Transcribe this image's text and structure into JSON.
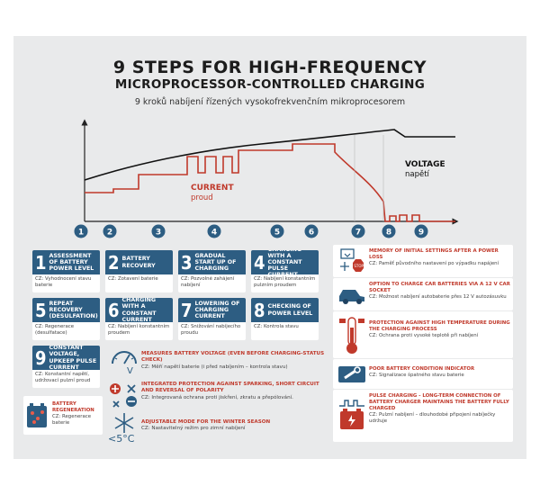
{
  "title": "9 STEPS FOR HIGH-FREQUENCY",
  "subtitle": "MICROPROCESSOR-CONTROLLED CHARGING",
  "subtitle_cz": "9 kroků nabíjení řízených vysokofrekvenčním mikroprocesorem",
  "chart": {
    "voltage_label": "VOLTAGE",
    "voltage_label_cz": "napětí",
    "current_label": "CURRENT",
    "current_label_cz": "proud",
    "step_markers": [
      "1",
      "2",
      "3",
      "4",
      "5",
      "6",
      "7",
      "8",
      "9"
    ],
    "voltage_color": "#111111",
    "current_color": "#c0392b",
    "marker_color": "#2d5d82"
  },
  "steps": [
    {
      "num": "1",
      "label": "ASSESSMENT OF BATTERY POWER LEVEL",
      "cz": "CZ: Vyhodnocení stavu baterie"
    },
    {
      "num": "2",
      "label": "BATTERY RECOVERY",
      "cz": "CZ: Zotavení baterie"
    },
    {
      "num": "3",
      "label": "GRADUAL START UP OF CHARGING",
      "cz": "CZ: Pozvolné zahájení nabíjení"
    },
    {
      "num": "4",
      "label": "CHARGING WITH A CONSTANT PULSE CURRENT",
      "cz": "CZ: Nabíjení konstantním pulzním proudem"
    },
    {
      "num": "5",
      "label": "REPEAT RECOVERY (DESULFATION)",
      "cz": "CZ: Regenerace (desulfatace)"
    },
    {
      "num": "6",
      "label": "CHARGING WITH A CONSTANT CURRENT",
      "cz": "CZ: Nabíjení konstantním proudem"
    },
    {
      "num": "7",
      "label": "LOWERING OF CHARGING CURRENT",
      "cz": "CZ: Snižování nabíjecího proudu"
    },
    {
      "num": "8",
      "label": "CHECKING OF POWER LEVEL",
      "cz": "CZ: Kontrola stavu"
    },
    {
      "num": "9",
      "label": "CONSTANT VOLTAGE, UPKEEP PULSE CURRENT",
      "cz": "CZ: Konstantní napětí, udržovací pulzní proud"
    }
  ],
  "regeneration": {
    "title": "BATTERY REGENERATION",
    "cz": "CZ: Regenerace baterie"
  },
  "features_left": [
    {
      "title": "MEASURES BATTERY VOLTAGE (EVEN BEFORE CHARGING-STATUS CHECK)",
      "cz": "CZ: Měří napětí baterie (i před nabíjením – kontrola stavu)",
      "icon": "voltmeter-icon"
    },
    {
      "title": "INTEGRATED PROTECTION AGAINST SPARKING, SHORT CIRCUIT AND REVERSAL OF POLARITY",
      "cz": "CZ: Integrovaná ochrana proti jiskření, zkratu a přepólování.",
      "icon": "polarity-icon"
    },
    {
      "title": "ADJUSTABLE MODE FOR THE WINTER SEASON",
      "cz": "CZ: Nastavitelný režim pro zimní nabíjení",
      "icon": "snowflake-icon",
      "badge": "<5°C"
    }
  ],
  "features_right": [
    {
      "title": "MEMORY OF INITIAL SETTINGS AFTER A POWER LOSS",
      "cz": "CZ: Paměť původního nastavení po výpadku napájení",
      "icon": "memory-icon",
      "stop": "STOP"
    },
    {
      "title": "OPTION TO CHARGE CAR BATTERIES VIA A 12 V CAR SOCKET",
      "cz": "CZ: Možnost nabíjení autobaterie přes 12 V autozásuvku",
      "icon": "car-icon"
    },
    {
      "title": "PROTECTION AGAINST HIGH TEMPERATURE DURING THE CHARGING PROCESS",
      "cz": "CZ: Ochrana proti vysoké teplotě při nabíjení",
      "icon": "thermometer-icon"
    },
    {
      "title": "POOR BATTERY CONDITION INDICATOR",
      "cz": "CZ: Signalizace špatného stavu baterie",
      "icon": "wrench-battery-icon"
    },
    {
      "title": "PULSE CHARGING - LONG-TERM CONNECTION OF BATTERY CHARGER MAINTAINS THE BATTERY FULLY CHARGED",
      "cz": "CZ: Pulzní nabíjení – dlouhodobé připojení nabíječky udržuje",
      "icon": "battery-icon"
    }
  ]
}
